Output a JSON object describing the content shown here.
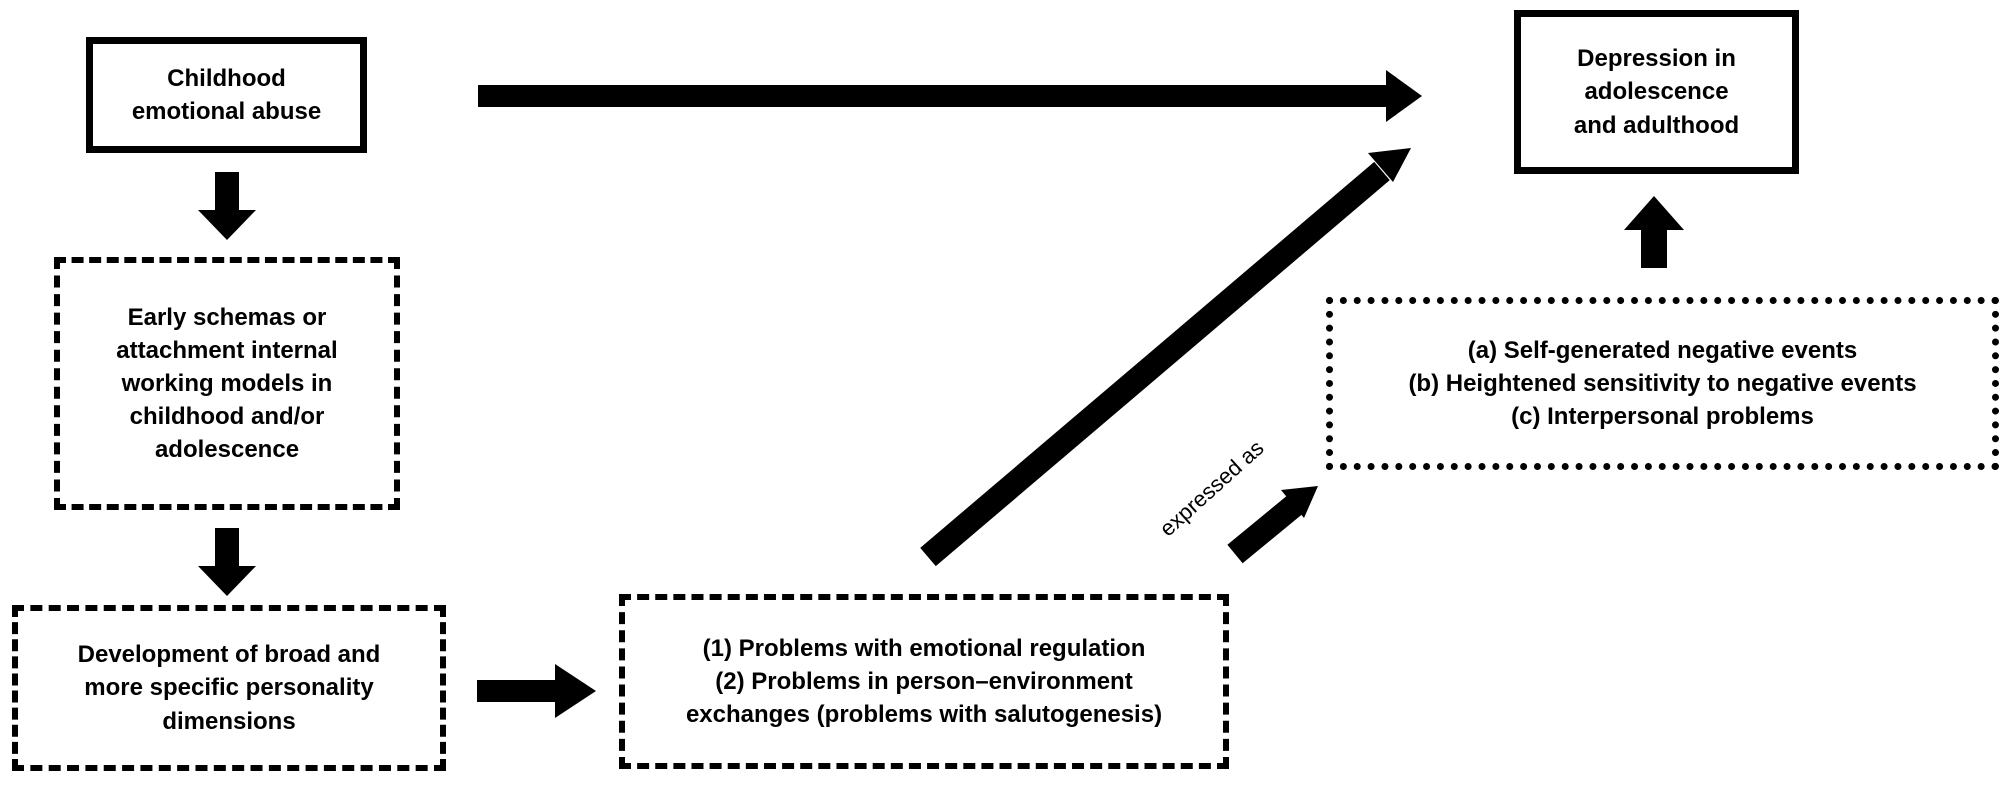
{
  "nodes": {
    "abuse": {
      "lines": [
        "Childhood",
        "emotional abuse"
      ]
    },
    "schemas": {
      "lines": [
        "Early schemas or",
        "attachment internal",
        "working models in",
        "childhood and/or",
        "adolescence"
      ]
    },
    "personality": {
      "lines": [
        "Development of broad and",
        "more specific personality",
        "dimensions"
      ]
    },
    "problems": {
      "lines": [
        "(1) Problems with emotional regulation",
        "(2) Problems in person–environment",
        "exchanges (problems with salutogenesis)"
      ]
    },
    "events": {
      "lines": [
        "(a) Self-generated negative events",
        "(b) Heightened sensitivity to negative events",
        "(c) Interpersonal problems"
      ]
    },
    "depression": {
      "lines": [
        "Depression in",
        "adolescence",
        "and adulthood"
      ]
    }
  },
  "edges": {
    "expressed_as_label": "expressed as"
  }
}
